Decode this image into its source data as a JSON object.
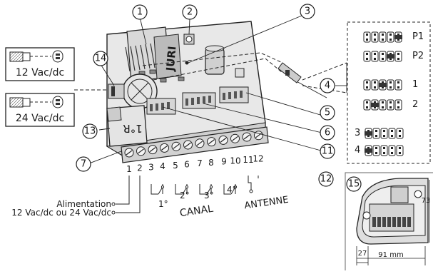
{
  "callouts": {
    "c1": "1",
    "c2": "2",
    "c3": "3",
    "c4": "4",
    "c5": "5",
    "c6": "6",
    "c7": "7",
    "c11": "11",
    "c12": "12",
    "c13": "13",
    "c14": "14",
    "c15": "15"
  },
  "voltage": {
    "v12": "12 Vac/dc",
    "v24": "24 Vac/dc"
  },
  "board": {
    "brand": "JURI",
    "relay": "1°R"
  },
  "terminals": [
    "1",
    "2",
    "3",
    "4",
    "5",
    "6",
    "7",
    "8",
    "9",
    "10",
    "11",
    "12"
  ],
  "channels": {
    "ch1": "1°",
    "ch2": "2°",
    "ch3": "3°",
    "ch4": "4°",
    "canal": "CANAL",
    "antenne": "ANTENNE"
  },
  "power": {
    "alimentation": "Alimentation",
    "supply": "12 Vac/dc ou 24 Vac/dc"
  },
  "jumpers": {
    "p1": "P1",
    "p2": "P2",
    "j1": "1",
    "j2": "2",
    "j3": "3",
    "j4": "4"
  },
  "housing": {
    "width": "91 mm",
    "height": "73",
    "depth": "27"
  }
}
